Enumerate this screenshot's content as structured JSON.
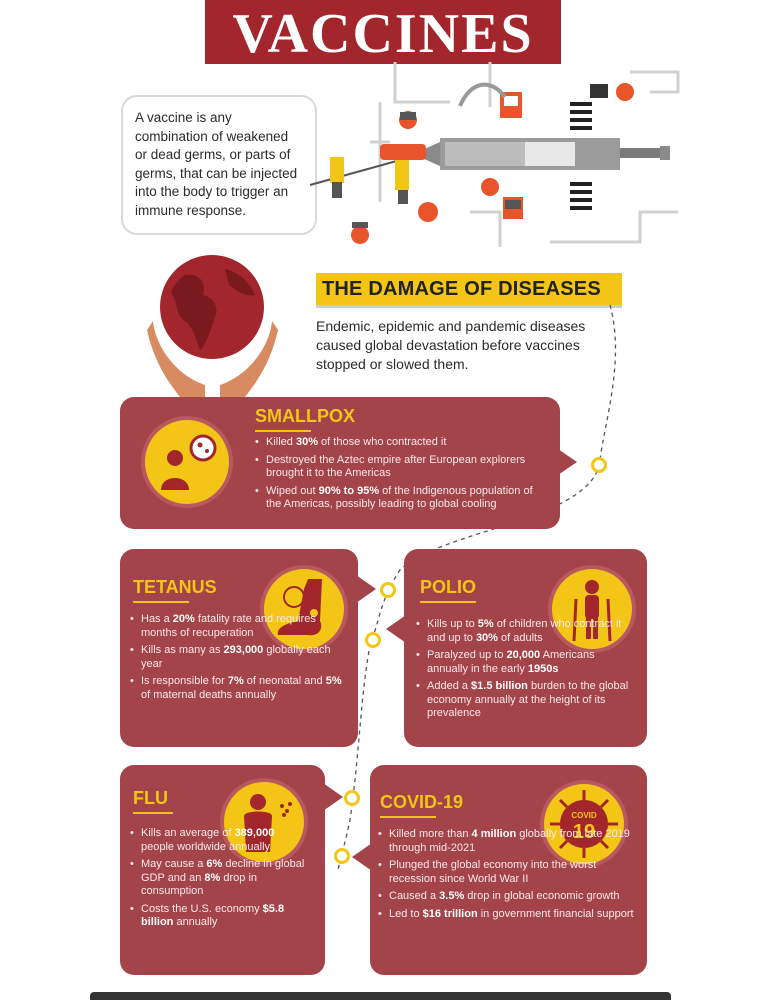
{
  "title": "VACCINES",
  "intro": "A vaccine is any combination of weakened or dead germs, or parts of germs, that can be injected into the body to trigger an immune response.",
  "damage": {
    "heading": "THE DAMAGE OF DISEASES",
    "description": "Endemic, epidemic and pandemic diseases caused global devastation before vaccines stopped or slowed them."
  },
  "cards": {
    "smallpox": {
      "name": "SMALLPOX",
      "items": [
        [
          "Killed ",
          "30%",
          " of those who contracted it"
        ],
        [
          "Destroyed the Aztec empire after European explorers brought it to the Americas",
          "",
          ""
        ],
        [
          "Wiped out ",
          "90% to 95%",
          " of the Indigenous population of the Americas, possibly leading to global cooling"
        ]
      ]
    },
    "tetanus": {
      "name": "TETANUS",
      "items": [
        [
          "Has a ",
          "20%",
          " fatality rate and requires months of recuperation"
        ],
        [
          "Kills as many as ",
          "293,000",
          " globally each year"
        ],
        [
          "Is responsible for ",
          "7%",
          " of neonatal and ",
          "5%",
          " of maternal deaths annually"
        ]
      ]
    },
    "polio": {
      "name": "POLIO",
      "items": [
        [
          "Kills up to ",
          "5%",
          " of children who contract it and up to ",
          "30%",
          " of adults"
        ],
        [
          "Paralyzed up to ",
          "20,000",
          " Americans annually in the early ",
          "1950s",
          ""
        ],
        [
          "Added a ",
          "$1.5 billion",
          " burden to the global economy annually at the height of its prevalence"
        ]
      ]
    },
    "flu": {
      "name": "FLU",
      "items": [
        [
          "Kills an average of ",
          "389,000",
          " people worldwide annually"
        ],
        [
          "May cause a ",
          "6%",
          " decline in global GDP and an ",
          "8%",
          " drop in consumption"
        ],
        [
          "Costs the U.S. economy ",
          "$5.8 billion",
          " annually"
        ]
      ]
    },
    "covid": {
      "name": "COVID-19",
      "badge_top": "COVID",
      "badge_num": "19",
      "items": [
        [
          "Killed more than ",
          "4 million",
          " globally from late 2019 through mid-2021"
        ],
        [
          "Plunged the global economy into the worst recession since World War II",
          "",
          ""
        ],
        [
          "Caused a ",
          "3.5%",
          " drop in global economic growth"
        ],
        [
          "Led to ",
          "$16 trillion",
          " in government financial support"
        ]
      ]
    }
  },
  "colors": {
    "brand_red": "#a3262c",
    "card_red": "#a3434a",
    "accent_yellow": "#f2c517"
  }
}
